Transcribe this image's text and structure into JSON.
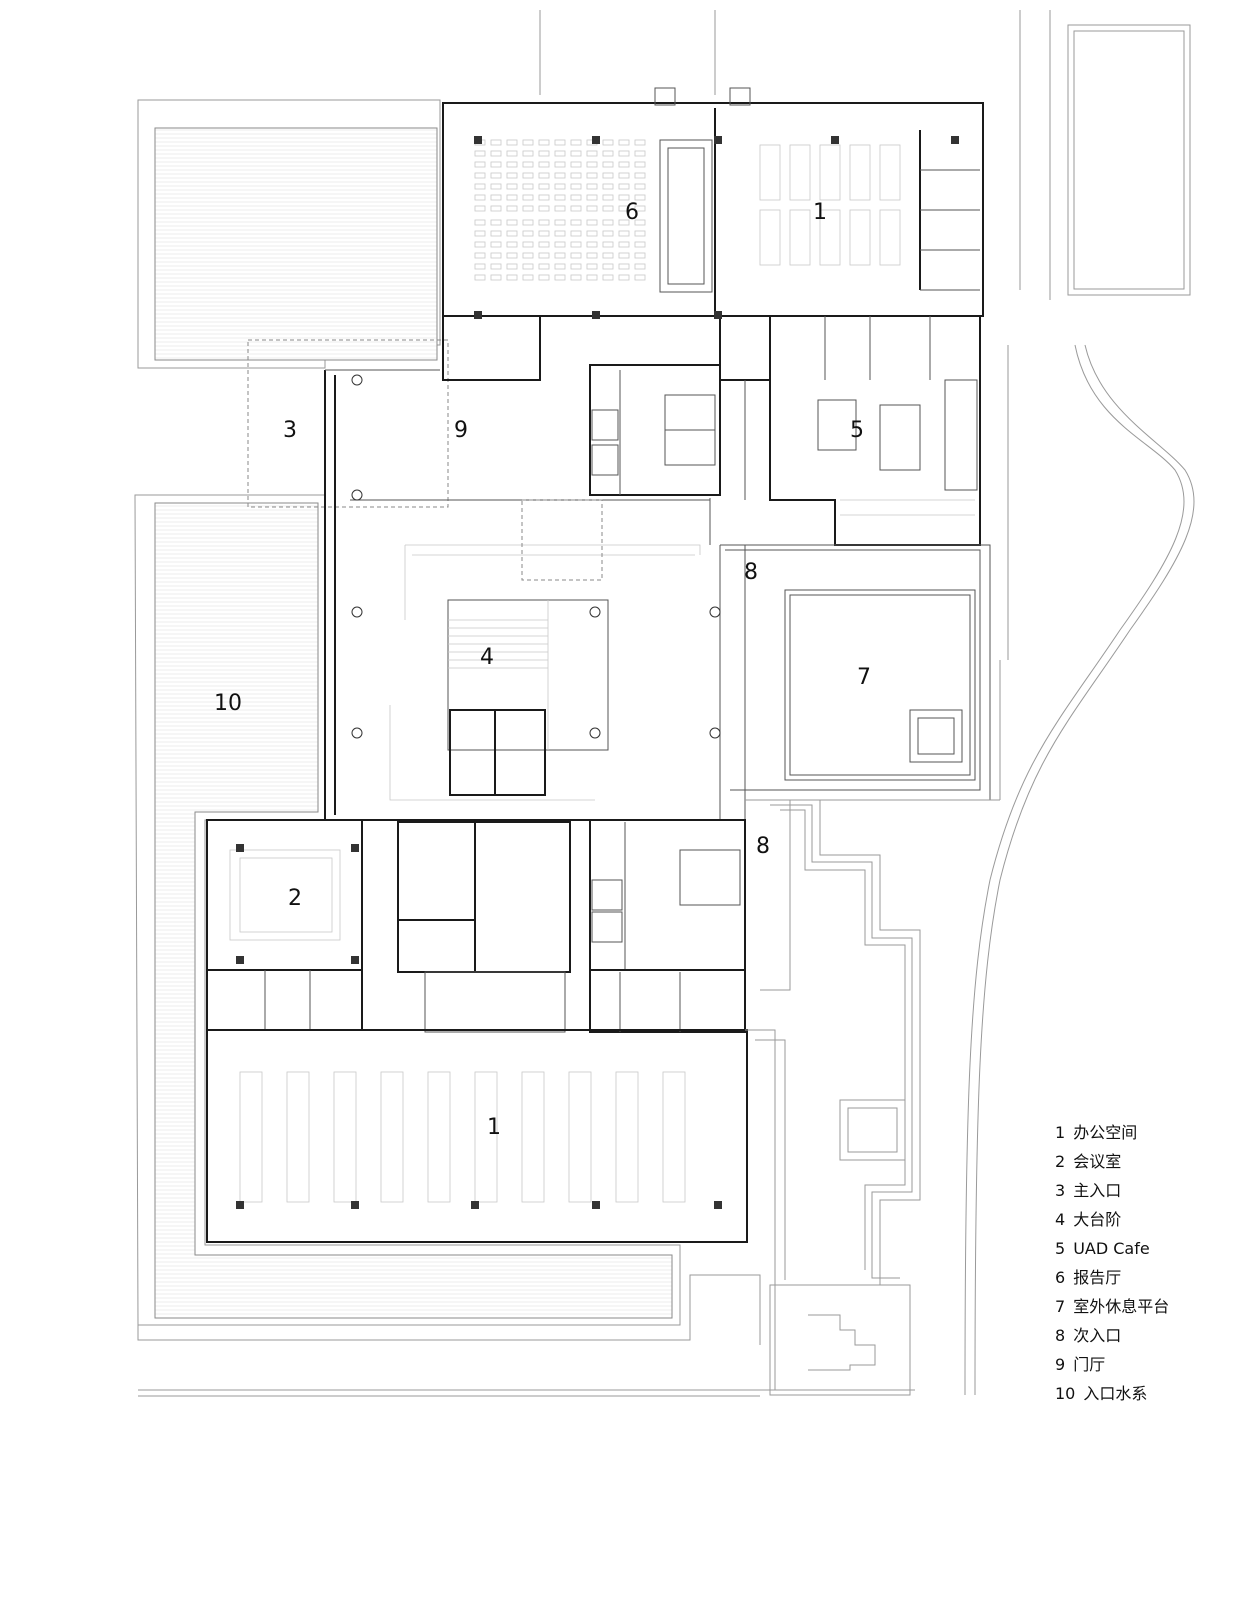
{
  "room_labels": {
    "office_north": "1",
    "office_south": "1",
    "meeting": "2",
    "entrance": "3",
    "stairs": "4",
    "cafe": "5",
    "auditorium": "6",
    "terrace": "7",
    "side_entrance_a": "8",
    "side_entrance_b": "8",
    "lobby": "9",
    "water": "10"
  },
  "legend": [
    {
      "num": "1",
      "label": "办公空间"
    },
    {
      "num": "2",
      "label": "会议室"
    },
    {
      "num": "3",
      "label": "主入口"
    },
    {
      "num": "4",
      "label": "大台阶"
    },
    {
      "num": "5",
      "label": "UAD Cafe"
    },
    {
      "num": "6",
      "label": "报告厅"
    },
    {
      "num": "7",
      "label": "室外休息平台"
    },
    {
      "num": "8",
      "label": "次入口"
    },
    {
      "num": "9",
      "label": "门厅"
    },
    {
      "num": "10",
      "label": "入口水系"
    }
  ]
}
